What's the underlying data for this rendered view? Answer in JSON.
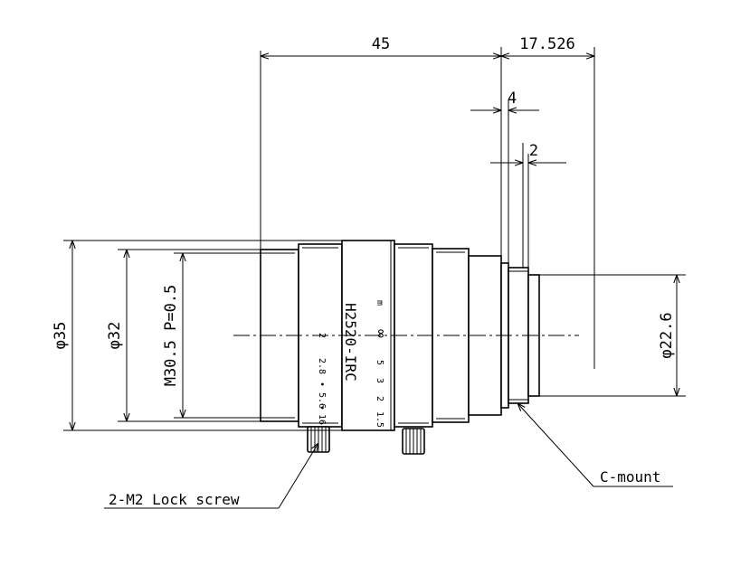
{
  "dimensions": {
    "length": "45",
    "back_focus": "17.526",
    "flange_width": "4",
    "thread_width": "2",
    "outer_diameter": "φ35",
    "ring_diameter": "φ32",
    "filter_thread": "M30.5 P=0.5",
    "mount_diameter": "φ22.6"
  },
  "callouts": {
    "lock_screw": "2-M2 Lock screw",
    "mount": "C-mount"
  },
  "lens_markings": {
    "model": "H2520-IRC",
    "focus_unit": "m",
    "focus_scale": [
      "∞",
      "5",
      "3",
      "2",
      "1.5"
    ],
    "aperture_scale": [
      "2",
      "2.8",
      "•",
      "5.6",
      "•",
      "16"
    ]
  }
}
